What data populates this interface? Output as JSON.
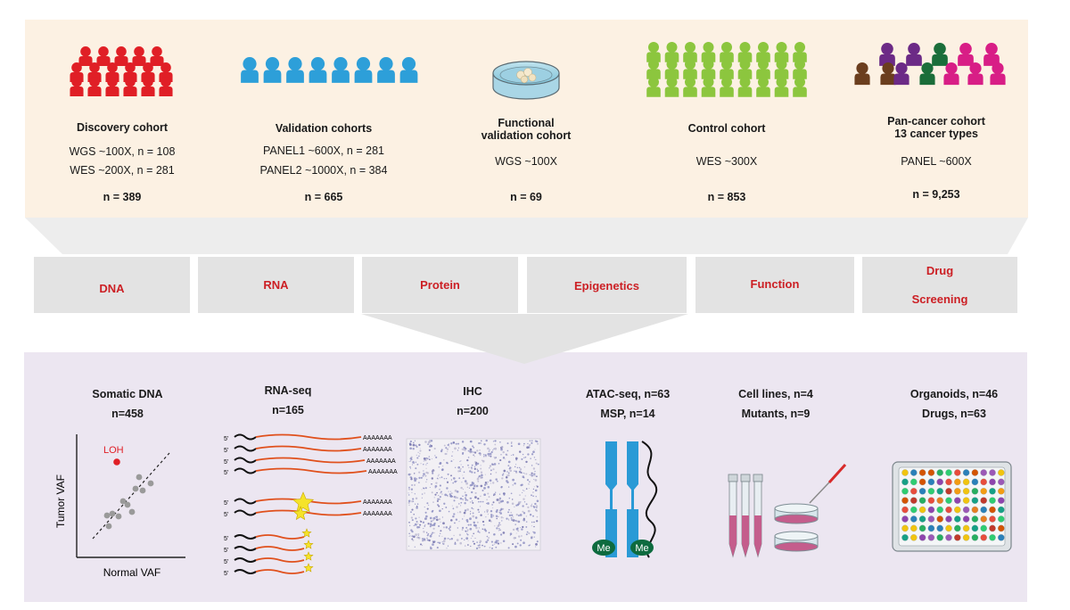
{
  "colors": {
    "cohort_panel": "#fcf1e3",
    "bottom_panel": "#ece6f1",
    "omics_box": "#e3e3e3",
    "omics_text": "#cc1f24",
    "discovery": "#e01f26",
    "validation": "#2d9fd9",
    "control": "#8cc63e",
    "pan_brown": "#6b3e1e",
    "pan_purple": "#6c2a86",
    "pan_green": "#1b6e3a",
    "pan_magenta": "#d81e86",
    "methyl_green": "#0e6b3f",
    "chrom_blue": "#2a9ad6",
    "rna_red": "#e0501c"
  },
  "cohorts": [
    {
      "title": "Discovery cohort",
      "lines": [
        "WGS ~100X, n = 108",
        "WES ~200X, n = 281"
      ],
      "n": "n = 389",
      "icon": "people-red-icon"
    },
    {
      "title": "Validation cohorts",
      "lines": [
        "PANEL1 ~600X, n = 281",
        "PANEL2 ~1000X, n = 384"
      ],
      "n": "n = 665",
      "icon": "people-blue-icon"
    },
    {
      "title_lines": [
        "Functional",
        "validation cohort"
      ],
      "lines": [
        "WGS ~100X"
      ],
      "n": "n = 69",
      "icon": "petri-dish-icon"
    },
    {
      "title": "Control cohort",
      "lines": [
        "WES ~300X"
      ],
      "n": "n = 853",
      "icon": "people-green-icon"
    },
    {
      "title_lines": [
        "Pan-cancer cohort",
        "13 cancer types"
      ],
      "lines": [
        "PANEL ~600X"
      ],
      "n": "n = 9,253",
      "icon": "people-multicolor-icon"
    }
  ],
  "omics": [
    "DNA",
    "RNA",
    "Protein",
    "Epigenetics",
    "Function",
    "Drug",
    "Screening"
  ],
  "analyses": [
    {
      "line1": "Somatic DNA",
      "line2": "n=458"
    },
    {
      "line1": "RNA-seq",
      "line2": "n=165"
    },
    {
      "line1": "IHC",
      "line2": "n=200"
    },
    {
      "line1": "ATAC-seq, n=63",
      "line2": "MSP, n=14"
    },
    {
      "line1": "Cell lines, n=4",
      "line2": "Mutants, n=9"
    },
    {
      "line1": "Organoids, n=46",
      "line2": "Drugs, n=63"
    }
  ],
  "scatter": {
    "xlabel": "Normal VAF",
    "ylabel": "Tumor VAF",
    "outlier_label": "LOH"
  },
  "rna": {
    "five_prime": "5'",
    "polya": "AAAAAAA"
  },
  "methyl_label": "Me"
}
